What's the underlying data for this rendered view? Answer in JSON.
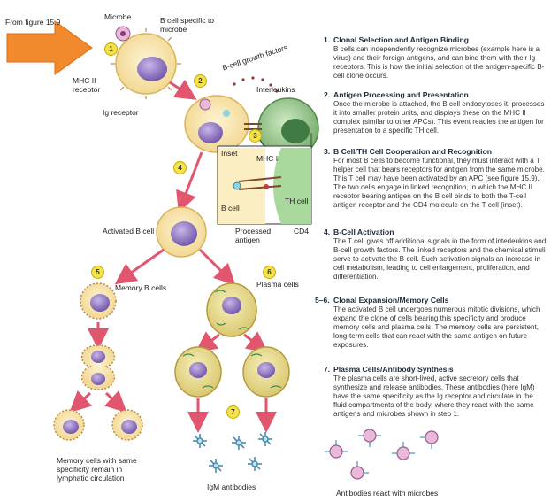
{
  "diagram": {
    "figure_ref": "From figure 15.9",
    "labels": {
      "microbe": "Microbe",
      "b_cell_specific": "B cell specific to microbe",
      "mhc_ii_receptor": "MHC II receptor",
      "ig_receptor": "Ig receptor",
      "b_cell_growth_factors": "B-cell growth factors",
      "interleukins": "Interleukins",
      "inset": "Inset",
      "mhc_ii": "MHC II",
      "b_cell": "B cell",
      "th_cell": "TH cell",
      "processed_antigen": "Processed antigen",
      "cd4": "CD4",
      "activated_b_cell": "Activated B cell",
      "memory_b_cells": "Memory B cells",
      "plasma_cells": "Plasma cells",
      "memory_cells_note": "Memory cells with same specificity remain in lymphatic circulation",
      "igm_antibodies": "IgM antibodies",
      "antibodies_react": "Antibodies react with microbes"
    },
    "markers": [
      "1",
      "2",
      "3",
      "4",
      "5",
      "6",
      "7"
    ]
  },
  "steps": [
    {
      "num": "1.",
      "title": "Clonal Selection and Antigen Binding",
      "body": "B cells can independently recognize microbes (example here is a virus) and their foreign antigens, and can bind them with their Ig receptors. This is how the initial selection of the antigen-specific B-cell clone occurs."
    },
    {
      "num": "2.",
      "title": "Antigen Processing and Presentation",
      "body": "Once the microbe is attached, the B cell endocytoses it, processes it into smaller protein units, and displays these on the MHC II complex (similar to other APCs). This event readies the antigen for presentation to a specific TH cell."
    },
    {
      "num": "3.",
      "title": "B Cell/TH Cell Cooperation and Recognition",
      "body": "For most B cells to become functional, they must interact with a T helper cell that bears receptors for antigen from the same microbe. This T cell may have been activated by an APC (see figure 15.9). The two cells engage in linked recognition, in which the MHC II receptor bearing antigen on the B cell binds to both the T-cell antigen receptor and the CD4 molecule on the T cell (inset)."
    },
    {
      "num": "4.",
      "title": "B-Cell Activation",
      "body": "The T cell gives off additional signals in the form of interleukins and B-cell growth factors. The linked receptors and the chemical stimuli serve to activate the B cell. Such activation signals an increase in cell metabolism, leading to cell enlargement, proliferation, and differentiation."
    },
    {
      "num": "5–6.",
      "title": "Clonal Expansion/Memory Cells",
      "body": "The activated B cell undergoes numerous mitotic divisions, which expand the clone of cells bearing this specificity and produce memory cells and plasma cells. The memory cells are persistent, long-term cells that can react with the same antigen on future exposures."
    },
    {
      "num": "7.",
      "title": "Plasma Cells/Antibody Synthesis",
      "body": "The plasma cells are short-lived, active secretory cells that synthesize and release antibodies. These antibodies (here IgM) have the same specificity as the Ig receptor and circulate in the fluid compartments of the body, where they react with the same antigens and microbes shown in step 1."
    }
  ]
}
